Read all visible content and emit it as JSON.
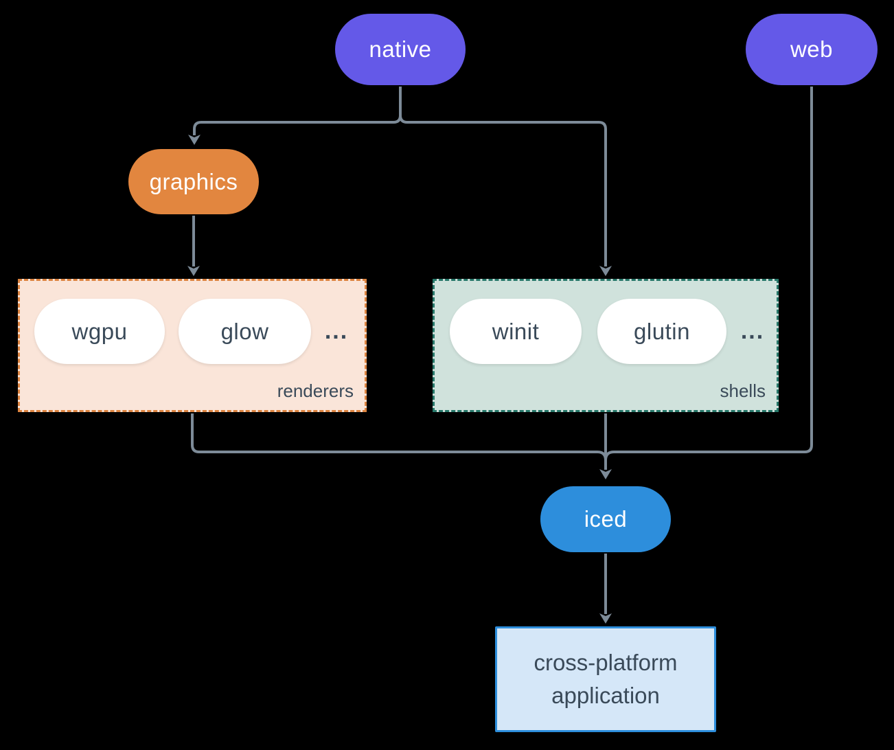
{
  "nodes": {
    "native": {
      "label": "native"
    },
    "web": {
      "label": "web"
    },
    "graphics": {
      "label": "graphics"
    },
    "iced": {
      "label": "iced"
    },
    "app": {
      "line1": "cross-platform",
      "line2": "application"
    }
  },
  "groups": {
    "renderers": {
      "label": "renderers",
      "items": [
        "wgpu",
        "glow"
      ],
      "ellipsis": "..."
    },
    "shells": {
      "label": "shells",
      "items": [
        "winit",
        "glutin"
      ],
      "ellipsis": "..."
    }
  },
  "edges": [
    {
      "from": "native",
      "to": "graphics"
    },
    {
      "from": "native",
      "to": "shells"
    },
    {
      "from": "graphics",
      "to": "renderers"
    },
    {
      "from": "renderers",
      "to": "iced"
    },
    {
      "from": "shells",
      "to": "iced"
    },
    {
      "from": "web",
      "to": "iced"
    },
    {
      "from": "iced",
      "to": "app"
    }
  ],
  "colors": {
    "background": "#000000",
    "purple": "#6459E8",
    "orange": "#E2863F",
    "blue": "#2D8EDC",
    "renderers_fill": "#FAE5D9",
    "renderers_border": "#DD8440",
    "shells_fill": "#D0E2DC",
    "shells_border": "#27786A",
    "app_fill": "#D5E7F8",
    "connector": "#7D8B98",
    "dark_text": "#3A4A59",
    "light_text": "#FFFFFF"
  }
}
